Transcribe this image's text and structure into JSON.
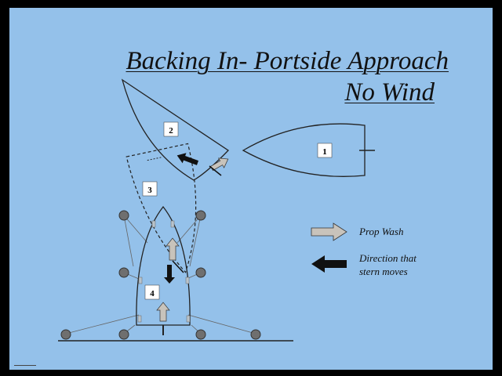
{
  "slide": {
    "title_line1": "Backing In- Portside Approach",
    "title_line2": "No Wind",
    "background_color": "#94c1ea"
  },
  "boats": [
    {
      "label": "1"
    },
    {
      "label": "2"
    },
    {
      "label": "3"
    },
    {
      "label": "4"
    }
  ],
  "legend": {
    "prop_wash": "Prop Wash",
    "direction_line1": "Direction that",
    "direction_line2": "stern moves",
    "prop_wash_arrow_color": "#c8c3bb",
    "direction_arrow_color": "#111111"
  },
  "icons": [
    "prop-wash-arrow-icon",
    "stern-direction-arrow-icon",
    "piling-icon"
  ]
}
